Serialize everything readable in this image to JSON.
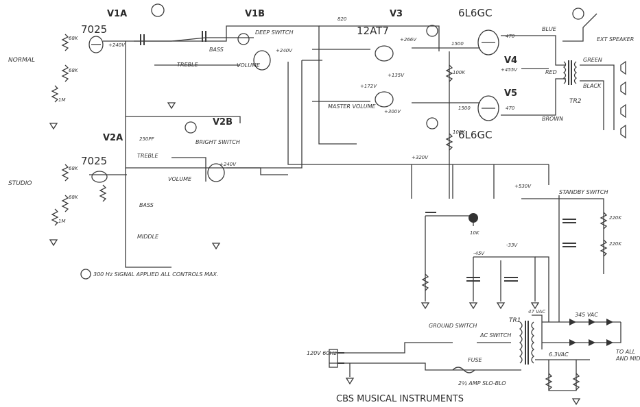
{
  "title": "CBS MUSICAL INSTRUMENTS",
  "tubes": {
    "v1a": "V1A",
    "v1b": "V1B",
    "v2a": "V2A",
    "v2b": "V2B",
    "v3": "V3",
    "v4": "V4",
    "v5": "V5",
    "t7025a": "7025",
    "t7025b": "7025",
    "t12at7": "12AT7",
    "t6l6_top": "6L6GC",
    "t6l6_bot": "6L6GC"
  },
  "inputs": {
    "normal": "NORMAL",
    "studio": "STUDIO"
  },
  "controls": {
    "treble1": "TREBLE",
    "bass1": "BASS",
    "volume1": "VOLUME",
    "deep_switch": "DEEP SWITCH",
    "bright_switch": "BRIGHT SWITCH",
    "treble2": "TREBLE",
    "bass2": "BASS",
    "middle2": "MIDDLE",
    "volume2": "VOLUME",
    "master_volume": "MASTER VOLUME",
    "standby_switch": "STANDBY SWITCH",
    "ground_switch": "GROUND SWITCH",
    "ac_switch": "AC SWITCH",
    "fuse": "FUSE",
    "fuse_rating": "2½ AMP SLO-BLO"
  },
  "output": {
    "ext_speaker": "EXT SPEAKER",
    "tr2": "TR2",
    "tr1": "TR1",
    "blue": "BLUE",
    "red": "RED",
    "brown": "BROWN",
    "green": "GREEN",
    "black": "BLACK"
  },
  "supply": {
    "mains": "120V 60Hz",
    "v345": "345 VAC",
    "v63": "6.3VAC",
    "to_all": "TO ALL",
    "and_mid": "AND MID",
    "v47": "47 VAC"
  },
  "note": "300 Hz SIGNAL APPLIED ALL CONTROLS MAX.",
  "values": {
    "r68k_a": "68K",
    "r68k_b": "68K",
    "r1m_a": "1M",
    "r1m_b": "1M",
    "r68k_c": "68K",
    "r68k_d": "68K",
    "r820": "820",
    "r1500_a": "1500",
    "r1500_b": "1500",
    "r220k_a": "220K",
    "r220k_b": "220K",
    "r10k": "10K",
    "r100k_a": "100K",
    "r100k_b": "100K",
    "r470_a": "470",
    "r470_b": "470",
    "c250": "250PF",
    "v240a": "+240V",
    "v240b": "+240V",
    "v240c": "+240V",
    "v266": "+266V",
    "v172": "+172V",
    "v135": "+135V",
    "v300": "+300V",
    "v455": "+455V",
    "v530": "+530V",
    "v33": "-33V",
    "v45": "-45V",
    "v320": "+320V"
  }
}
